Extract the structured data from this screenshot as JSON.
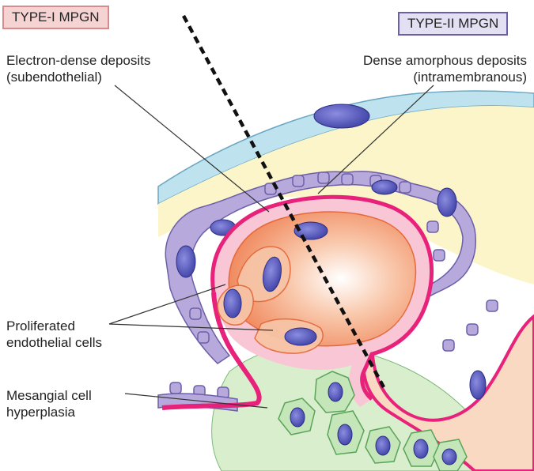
{
  "colors": {
    "type1_fill": "#f6d3d3",
    "type1_border": "#d98a8a",
    "type2_fill": "#e4e0f4",
    "type2_border": "#6b5fa8",
    "podocyte": "#b7a9dc",
    "nucleus": "#4d4fb0",
    "basement_membrane": "#e8217a",
    "capillary_lumen": "#f4a27e",
    "endothelium": "#f7c4a6",
    "mesangium": "#cfe8c6",
    "urinary_space": "#fbf5c9",
    "bowman_capsule": "#bfe3ee"
  },
  "tags": {
    "type1": "TYPE-I  MPGN",
    "type2": "TYPE-II  MPGN"
  },
  "labels": {
    "electron_dense": [
      "Electron-dense deposits",
      "(subendothelial)"
    ],
    "dense_amorphous": [
      "Dense amorphous deposits",
      "(intramembranous)"
    ],
    "proliferated": [
      "Proliferated",
      "endothelial cells"
    ],
    "mesangial": [
      "Mesangial cell",
      "hyperplasia"
    ]
  },
  "icons": {
    "divider": "dashed-line",
    "cells": "nucleus-ellipse"
  }
}
